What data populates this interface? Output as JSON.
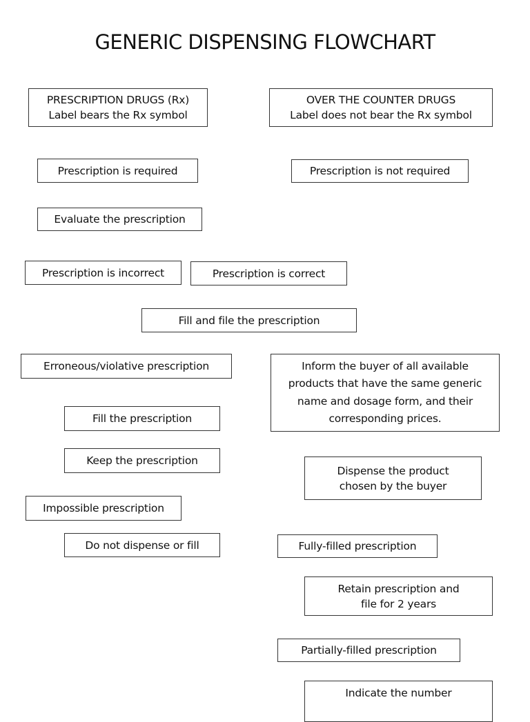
{
  "title": "GENERIC DISPENSING FLOWCHART",
  "boxes": {
    "rx": [
      "PRESCRIPTION DRUGS (Rx)",
      "Label bears the Rx symbol"
    ],
    "otc": [
      "OVER THE COUNTER DRUGS",
      "Label does not bear the Rx symbol"
    ],
    "required": "Prescription is required",
    "not_required": "Prescription is not required",
    "evaluate": "Evaluate the prescription",
    "incorrect": "Prescription is incorrect",
    "correct": "Prescription is correct",
    "fill_file": "Fill and file the prescription",
    "erroneous": "Erroneous/violative prescription",
    "inform": [
      "Inform the buyer of all available",
      "products that have the same generic",
      "name and dosage form, and their",
      "corresponding prices."
    ],
    "fill": "Fill the prescription",
    "keep": "Keep the prescription",
    "dispense": [
      "Dispense the product",
      "chosen by the buyer"
    ],
    "impossible": "Impossible prescription",
    "do_not": "Do not dispense or fill",
    "fully": "Fully-filled prescription",
    "retain": [
      "Retain prescription and",
      "file for 2 years"
    ],
    "partially": "Partially-filled prescription",
    "indicate": [
      "Indicate the number"
    ]
  }
}
